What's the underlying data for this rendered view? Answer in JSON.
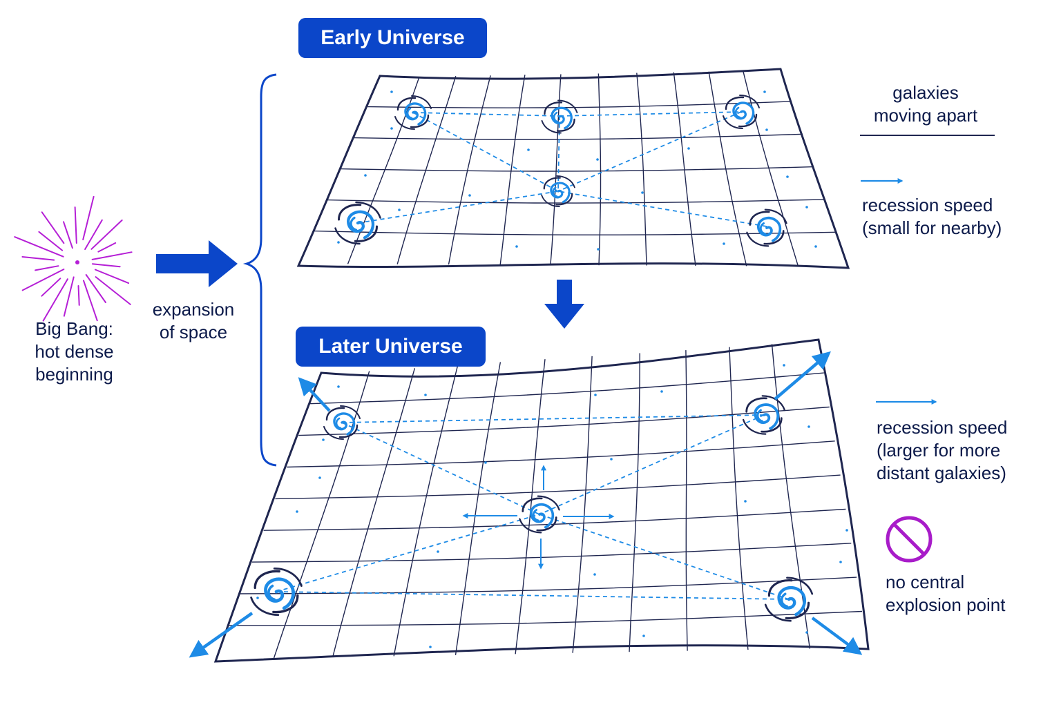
{
  "diagram": {
    "early_title": "Early Universe",
    "later_title": "Later Universe",
    "big_bang_lines": [
      "Big Bang:",
      "hot dense",
      "beginning"
    ],
    "expansion_lines": [
      "expansion",
      "of space"
    ],
    "legend": {
      "galaxies_lines": [
        "galaxies",
        "moving apart"
      ],
      "recession_small_lines": [
        "recession speed",
        "(small for nearby)"
      ],
      "recession_large_lines": [
        "recession speed",
        "(larger for more",
        "distant galaxies)"
      ],
      "no_center_lines": [
        "no central",
        "explosion point"
      ]
    },
    "colors": {
      "badge": "#0b46c9",
      "arrow_dark": "#0b46c9",
      "arrow_light": "#1e8be6",
      "grid": "#1f2650",
      "dashed": "#1e8be6",
      "burst": "#b51fd6",
      "prohibit": "#a81cc9"
    },
    "icons": [
      "spiral-galaxy-icon",
      "big-bang-burst-icon",
      "no-sign-icon",
      "right-arrow-icon",
      "down-arrow-icon"
    ]
  }
}
